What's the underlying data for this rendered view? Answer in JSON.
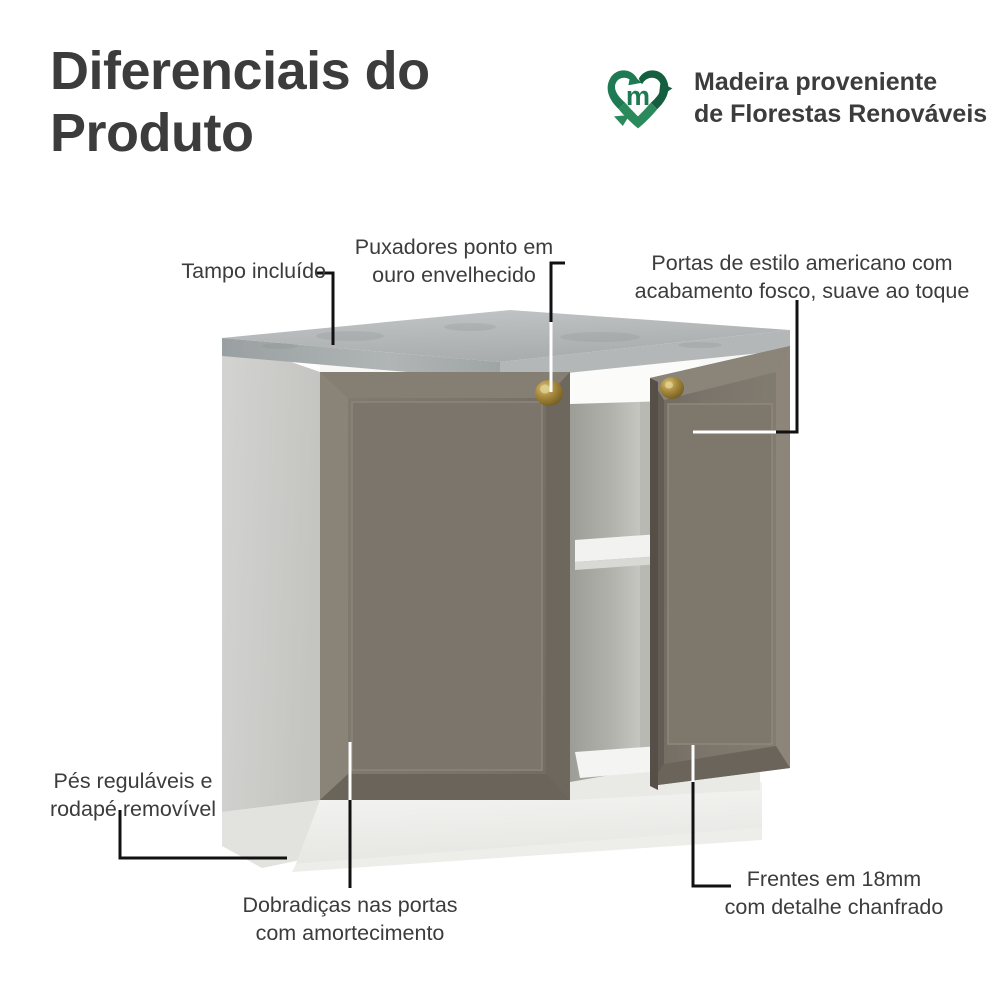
{
  "header": {
    "title": "Diferenciais do\nProduto",
    "eco_badge": {
      "icon": "recycling-heart-icon",
      "monogram": "m",
      "text": "Madeira proveniente\nde Florestas Renováveis",
      "color": "#18784f"
    }
  },
  "callouts": [
    {
      "id": "tampo",
      "text": "Tampo incluído"
    },
    {
      "id": "puxadores",
      "text": "Puxadores ponto em\nouro envelhecido"
    },
    {
      "id": "portas",
      "text": "Portas de estilo americano com\nacabamento fosco, suave ao toque"
    },
    {
      "id": "pes",
      "text": "Pés reguláveis e\nrodapé removível"
    },
    {
      "id": "dobradicas",
      "text": "Dobradiças nas portas\ncom amortecimento"
    },
    {
      "id": "frentes",
      "text": "Frentes em 18mm\ncom detalhe chanfrado"
    }
  ],
  "product": {
    "name": "kitchen-base-cabinet",
    "countertop_color": "#b6babb",
    "countertop_edge_color": "#9ba0a1",
    "door_color": "#7a7369",
    "door_shadow_color": "#6b655c",
    "carcass_color": "#cecdca",
    "plinth_color": "#f2f2f0",
    "knob_color": "#a88a3c",
    "interior_color": "#b9b9b5"
  },
  "colors": {
    "text": "#3c3c3c",
    "line": "#111111",
    "line_light": "#ffffff",
    "background": "#ffffff"
  }
}
